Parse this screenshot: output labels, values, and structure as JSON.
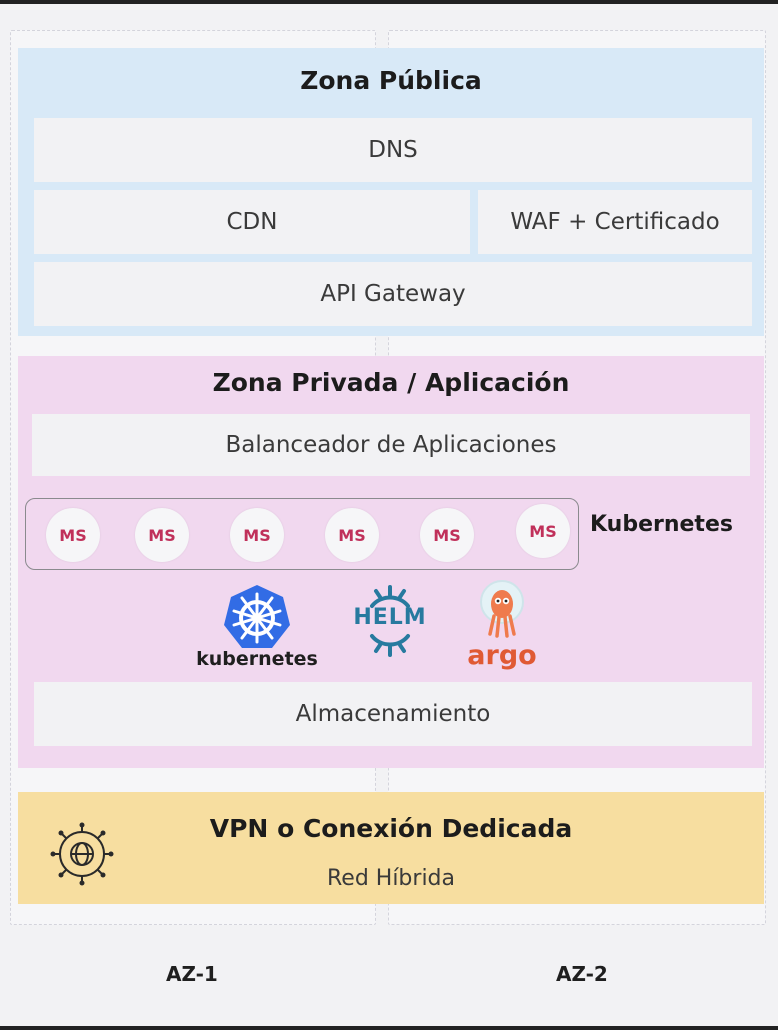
{
  "zones": {
    "public": {
      "title": "Zona Pública",
      "dns": "DNS",
      "cdn": "CDN",
      "waf": "WAF + Certificado",
      "api_gateway": "API Gateway"
    },
    "private": {
      "title": "Zona Privada / Aplicación",
      "balancer": "Balanceador de Aplicaciones",
      "cluster_label": "Kubernetes",
      "microservices": [
        "MS",
        "MS",
        "MS",
        "MS",
        "MS",
        "MS"
      ],
      "logos": {
        "kubernetes": "kubernetes",
        "helm": "HELM",
        "argo": "argo"
      },
      "storage": "Almacenamiento"
    },
    "vpn": {
      "title": "VPN o Conexión Dedicada",
      "subtitle": "Red Híbrida",
      "icon": "network-globe-icon"
    }
  },
  "availability_zones": [
    "AZ-1",
    "AZ-2"
  ],
  "colors": {
    "public_zone": "#d8e9f7",
    "private_zone": "#f1d8ef",
    "vpn_zone": "#f7dea0",
    "ms_text": "#c0305a",
    "kubernetes_blue": "#326ce5",
    "helm_blue": "#277a9f",
    "argo_orange": "#ef7b4d"
  }
}
